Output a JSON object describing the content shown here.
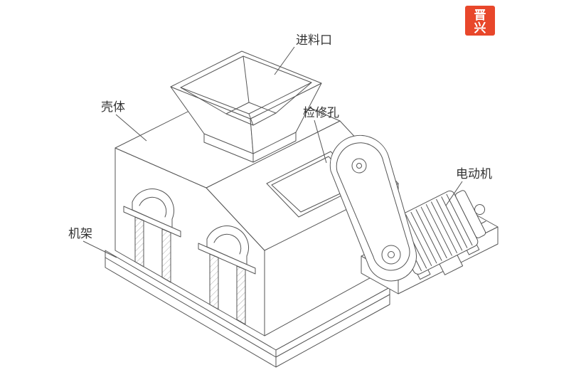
{
  "colors": {
    "background": "#ffffff",
    "line": "#555555",
    "label_text": "#333333",
    "logo_red": "#e8472b",
    "logo_text": "#ffffff"
  },
  "logo": {
    "char_top": "晋",
    "char_bottom": "兴"
  },
  "labels": {
    "feed_inlet": "进料口",
    "shell": "壳体",
    "inspection_hole": "检修孔",
    "motor": "电动机",
    "frame": "机架"
  }
}
